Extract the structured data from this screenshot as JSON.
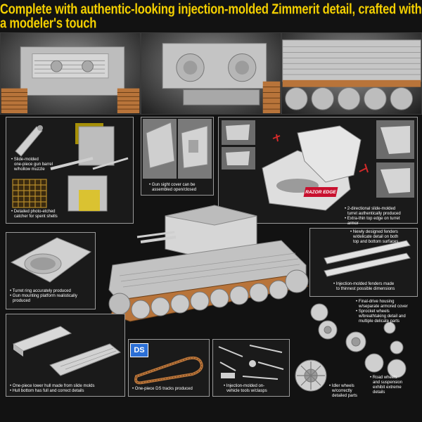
{
  "headline": "Complete with authentic-looking injection-molded Zimmerit detail, crafted with a modeler's touch",
  "badges": {
    "ds": "DS",
    "razor_edge": "RAZOR EDGE"
  },
  "notes": {
    "gun_barrel": [
      "Slide-molded",
      "one-piece gun barrel",
      "w/hollow muzzle"
    ],
    "catcher": [
      "Detailed photo-etched",
      "catcher for spent shells"
    ],
    "gun_sight": [
      "Gun sight cover can be",
      "assembled open/closed"
    ],
    "turret": [
      "2-directional slide-molded",
      "turret authentically produced",
      "Extra-thin top edge on turret",
      "armor"
    ],
    "fenders_new": [
      "Newly designed fenders",
      "w/delicate detail on both",
      "top and bottom surfaces"
    ],
    "fenders_thin": [
      "Injection-molded fenders made",
      "to thinnest possible dimensions"
    ],
    "turret_ring": [
      "Turret ring accurately produced",
      "Gun mounting platform realistically",
      "produced"
    ],
    "drive": [
      "Final-drive housing",
      "w/separate armored cover",
      "Sprocket wheels",
      "w/breathtaking detail and",
      "multiple delicate parts"
    ],
    "lower_hull": [
      "One-piece lower hull made from slide molds",
      "Hull bottom has full and correct details"
    ],
    "ds_tracks": [
      "One-piece DS tracks produced"
    ],
    "tools": [
      "Injection-molded on-",
      "vehicle tools w/clasps"
    ],
    "idler": [
      "Idler wheels",
      "w/correctly",
      "detailed parts"
    ],
    "road_wheels": [
      "Road wheels",
      "and suspension",
      "exhibit extreme",
      "details"
    ]
  },
  "colors": {
    "headline": "#f4d000",
    "model_grey": "#c9c9c9",
    "track": "#b8743a",
    "arrow_red": "#d42a2a",
    "ds_blue": "#2b6fd6"
  }
}
